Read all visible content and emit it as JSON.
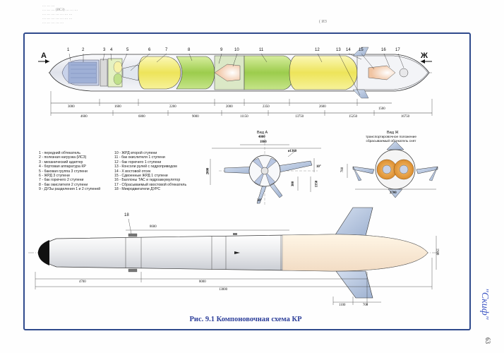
{
  "header": {
    "lines": [
      "… … …",
      "… … … (ИСЗ) … … …",
      "… … … … … … …",
      "… … … … … … …",
      "… … … … …"
    ],
    "mark": "( ИЗ"
  },
  "figure": {
    "caption": "Рис. 9.1 Компоновочная схема КР",
    "view_a_label": "А",
    "view_zh_label": "Ж",
    "part_numbers": [
      "1",
      "2",
      "3",
      "4",
      "5",
      "6",
      "7",
      "8",
      "9",
      "10",
      "11",
      "12",
      "13",
      "14",
      "15",
      "16",
      "17"
    ],
    "top_dims": [
      "3000",
      "1600",
      "2200",
      "2000",
      "2350",
      "2600"
    ],
    "station_dims": [
      "4600",
      "6800",
      "9000",
      "11150",
      "13750",
      "15250",
      "16750"
    ],
    "dim_1500": "1500",
    "view_a": {
      "title": "Вид А",
      "dims": [
        "4000",
        "1860",
        "ø1360",
        "2000",
        "10°",
        "300",
        "1350",
        "30°"
      ]
    },
    "view_zh": {
      "title": "Вид Ж",
      "subtitle": "транспортировочное положение\nсбрасываемый обтекатель снят",
      "dims": [
        "780",
        "2700"
      ]
    },
    "side_view": {
      "callout": "18",
      "dims": [
        "8600",
        "4700",
        "8000",
        "13800",
        "1100",
        "700",
        "1500"
      ]
    }
  },
  "legend_left": [
    "1 - передний обтекатель",
    "2 - полезная нагрузка (ИСЗ)",
    "3 - механический адаптер",
    "4 - бортовая аппаратура КР",
    "5 - баковая группа 3 ступени",
    "6 - ЖРД 3 ступени",
    "7 - бак горючего 2 ступени",
    "8 - бак окислителя 2 ступени",
    "9 - ДУЗы разделения 1 и 2 ступеней"
  ],
  "legend_right": [
    "10 - ЖРД второй ступени",
    "11 - бак окислителя 1 ступени",
    "12 - бак горючего 1 ступени",
    "13 - Консоли рулей с гидроприводом",
    "14 - Х востовой отсек",
    "15 - Сдвоенные ЖРД 1 ступени",
    "16 - Баллоны ТАС и гидроаккумулятор",
    "17 - Сбрасываемый хвостовой обтекатель",
    "18 - Микродвигатели ДУРС"
  ],
  "brand": "\"Скиф\"",
  "page_number": "63",
  "colors": {
    "frame": "#2f4a8c",
    "caption": "#2d3f9a",
    "tank_green": "#a9d45a",
    "tank_yellow": "#f1ec6a",
    "body_grey": "#e6e8ee",
    "fin_blue": "#aebfda"
  }
}
